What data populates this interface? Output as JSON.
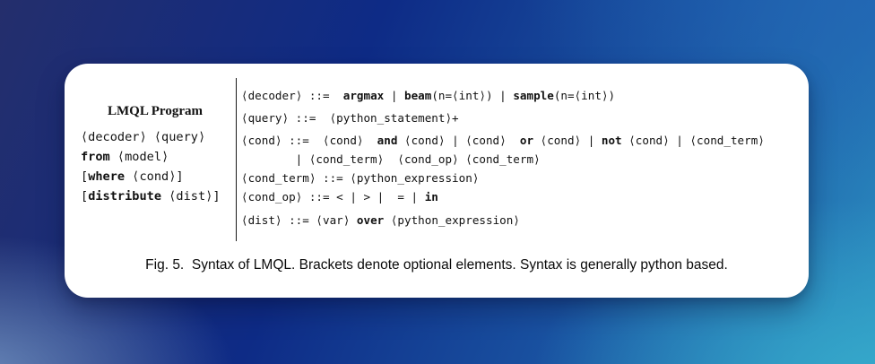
{
  "colors": {
    "card_background": "#ffffff",
    "text": "#111111",
    "bg_gradient_top_left": "#242e6c",
    "bg_gradient_top": "#0e2b86",
    "bg_gradient_top_right": "#1e5aa9",
    "bg_gradient_bottom_left": "#6286ba",
    "bg_gradient_bottom_right": "#36aacb"
  },
  "figure": {
    "program_panel": {
      "title": "LMQL Program",
      "lines": [
        [
          {
            "t": "⟨decoder⟩ ⟨query⟩"
          }
        ],
        [
          {
            "t": "from",
            "b": true
          },
          {
            "t": " ⟨model⟩"
          }
        ],
        [
          {
            "t": "["
          },
          {
            "t": "where",
            "b": true
          },
          {
            "t": " ⟨cond⟩]"
          }
        ],
        [
          {
            "t": "["
          },
          {
            "t": "distribute",
            "b": true
          },
          {
            "t": " ⟨dist⟩]"
          }
        ]
      ]
    },
    "grammar": {
      "lines": [
        [
          {
            "t": "⟨decoder⟩ ::=  "
          },
          {
            "t": "argmax",
            "b": true
          },
          {
            "t": " | "
          },
          {
            "t": "beam",
            "b": true
          },
          {
            "t": "(n=⟨int⟩) | "
          },
          {
            "t": "sample",
            "b": true
          },
          {
            "t": "(n=⟨int⟩)"
          }
        ],
        [
          {
            "t": "⟨query⟩ ::=  ⟨python_statement⟩+"
          }
        ],
        [
          {
            "t": "⟨cond⟩ ::=  ⟨cond⟩  "
          },
          {
            "t": "and",
            "b": true
          },
          {
            "t": " ⟨cond⟩ | ⟨cond⟩  "
          },
          {
            "t": "or",
            "b": true
          },
          {
            "t": " ⟨cond⟩ | "
          },
          {
            "t": "not",
            "b": true
          },
          {
            "t": " ⟨cond⟩ | ⟨cond_term⟩"
          }
        ],
        [
          {
            "t": "        | ⟨cond_term⟩  ⟨cond_op⟩ ⟨cond_term⟩"
          }
        ],
        [
          {
            "t": "⟨cond_term⟩ ::= ⟨python_expression⟩"
          }
        ],
        [
          {
            "t": "⟨cond_op⟩ ::= < | > |  = | "
          },
          {
            "t": "in",
            "b": true
          }
        ],
        [
          {
            "t": "⟨dist⟩ ::= ⟨var⟩ "
          },
          {
            "t": "over",
            "b": true
          },
          {
            "t": " ⟨python_expression⟩"
          }
        ]
      ]
    },
    "caption": "Fig. 5.  Syntax of LMQL. Brackets denote optional elements. Syntax is generally python based."
  }
}
